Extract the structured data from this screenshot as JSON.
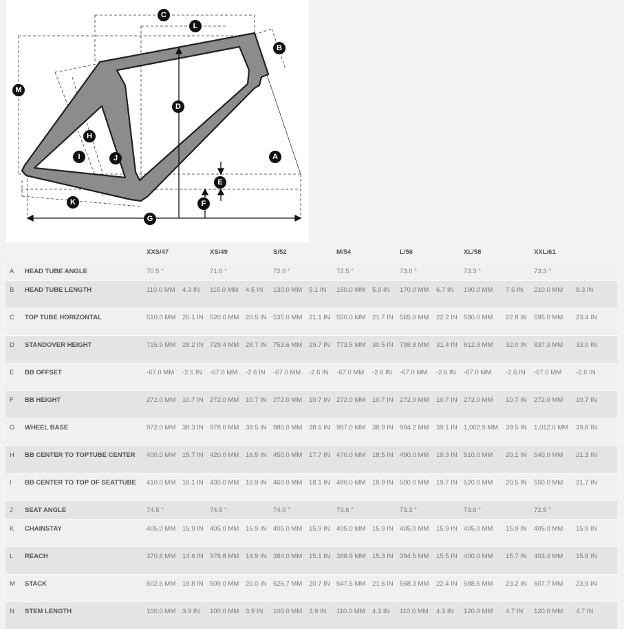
{
  "diagram": {
    "labels": {
      "A": "A",
      "B": "B",
      "C": "C",
      "D": "D",
      "E": "E",
      "F": "F",
      "G": "G",
      "H": "H",
      "I": "I",
      "J": "J",
      "K": "K",
      "L": "L",
      "M": "M"
    }
  },
  "table": {
    "sizes": [
      "XXS/47",
      "XS/49",
      "S/52",
      "M/54",
      "L/56",
      "XL/58",
      "XXL/61"
    ],
    "rows": [
      {
        "letter": "A",
        "name": "HEAD TUBE ANGLE",
        "type": "angle",
        "values": [
          "70.5 °",
          "71.0 °",
          "72.0 °",
          "72.5 °",
          "73.0 °",
          "73.3 °",
          "73.3 °"
        ]
      },
      {
        "letter": "B",
        "name": "HEAD TUBE LENGTH",
        "mm": [
          "110.0 MM",
          "115.0 MM",
          "130.0 MM",
          "150.0 MM",
          "170.0 MM",
          "190.0 MM",
          "210.0 MM"
        ],
        "in": [
          "4.3 IN",
          "4.5 IN",
          "5.1 IN",
          "5.9 IN",
          "6.7 IN",
          "7.5 IN",
          "8.3 IN"
        ]
      },
      {
        "letter": "C",
        "name": "TOP TUBE HORIZONTAL",
        "mm": [
          "510.0 MM",
          "520.0 MM",
          "535.0 MM",
          "550.0 MM",
          "565.0 MM",
          "580.0 MM",
          "595.0 MM"
        ],
        "in": [
          "20.1 IN",
          "20.5 IN",
          "21.1 IN",
          "21.7 IN",
          "22.2 IN",
          "22.8 IN",
          "23.4 IN"
        ]
      },
      {
        "letter": "D",
        "name": "STANDOVER HEIGHT",
        "mm": [
          "715.9 MM",
          "729.4 MM",
          "753.6 MM",
          "773.5 MM",
          "798.8 MM",
          "812.9 MM",
          "837.3 MM"
        ],
        "in": [
          "28.2 IN",
          "28.7 IN",
          "29.7 IN",
          "30.5 IN",
          "31.4 IN",
          "32.0 IN",
          "33.0 IN"
        ]
      },
      {
        "letter": "E",
        "name": "BB OFFSET",
        "mm": [
          "-67.0 MM",
          "-67.0 MM",
          "-67.0 MM",
          "-67.0 MM",
          "-67.0 MM",
          "-67.0 MM",
          "-67.0 MM"
        ],
        "in": [
          "-2.6 IN",
          "-2.6 IN",
          "-2.6 IN",
          "-2.6 IN",
          "-2.6 IN",
          "-2.6 IN",
          "-2.6 IN"
        ]
      },
      {
        "letter": "F",
        "name": "BB HEIGHT",
        "mm": [
          "272.0 MM",
          "272.0 MM",
          "272.0 MM",
          "272.0 MM",
          "272.0 MM",
          "272.0 MM",
          "272.0 MM"
        ],
        "in": [
          "10.7 IN",
          "10.7 IN",
          "10.7 IN",
          "10.7 IN",
          "10.7 IN",
          "10.7 IN",
          "10.7 IN"
        ]
      },
      {
        "letter": "G",
        "name": "WHEEL BASE",
        "mm": [
          "972.0 MM",
          "978.0 MM",
          "980.0 MM",
          "987.0 MM",
          "994.2 MM",
          "1,002.9 MM",
          "1,012.0 MM"
        ],
        "in": [
          "38.3 IN",
          "38.5 IN",
          "38.6 IN",
          "38.9 IN",
          "39.1 IN",
          "39.5 IN",
          "39.8 IN"
        ]
      },
      {
        "letter": "H",
        "name": "BB CENTER TO TOPTUBE CENTER",
        "mm": [
          "400.0 MM",
          "420.0 MM",
          "450.0 MM",
          "470.0 MM",
          "490.0 MM",
          "510.0 MM",
          "540.0 MM"
        ],
        "in": [
          "15.7 IN",
          "16.5 IN",
          "17.7 IN",
          "18.5 IN",
          "19.3 IN",
          "20.1 IN",
          "21.3 IN"
        ]
      },
      {
        "letter": "I",
        "name": "BB CENTER TO TOP OF SEATTUBE",
        "mm": [
          "410.0 MM",
          "430.0 MM",
          "460.0 MM",
          "480.0 MM",
          "500.0 MM",
          "520.0 MM",
          "550.0 MM"
        ],
        "in": [
          "16.1 IN",
          "16.9 IN",
          "18.1 IN",
          "18.9 IN",
          "19.7 IN",
          "20.5 IN",
          "21.7 IN"
        ]
      },
      {
        "letter": "J",
        "name": "SEAT ANGLE",
        "type": "angle",
        "values": [
          "74.5 °",
          "74.5 °",
          "74.0 °",
          "73.6 °",
          "73.3 °",
          "73.0 °",
          "72.5 °"
        ]
      },
      {
        "letter": "K",
        "name": "CHAINSTAY",
        "mm": [
          "405.0 MM",
          "405.0 MM",
          "405.0 MM",
          "405.0 MM",
          "405.0 MM",
          "405.0 MM",
          "405.0 MM"
        ],
        "in": [
          "15.9 IN",
          "15.9 IN",
          "15.9 IN",
          "15.9 IN",
          "15.9 IN",
          "15.9 IN",
          "15.9 IN"
        ]
      },
      {
        "letter": "L",
        "name": "REACH",
        "mm": [
          "370.6 MM",
          "378.8 MM",
          "384.0 MM",
          "388.9 MM",
          "394.5 MM",
          "400.0 MM",
          "403.4 MM"
        ],
        "in": [
          "14.6 IN",
          "14.9 IN",
          "15.1 IN",
          "15.3 IN",
          "15.5 IN",
          "15.7 IN",
          "15.9 IN"
        ]
      },
      {
        "letter": "M",
        "name": "STACK",
        "mm": [
          "502.6 MM",
          "509.0 MM",
          "526.7 MM",
          "547.5 MM",
          "568.3 MM",
          "588.5 MM",
          "607.7 MM"
        ],
        "in": [
          "19.8 IN",
          "20.0 IN",
          "20.7 IN",
          "21.6 IN",
          "22.4 IN",
          "23.2 IN",
          "23.9 IN"
        ]
      },
      {
        "letter": "N",
        "name": "STEM LENGTH",
        "mm": [
          "100.0 MM",
          "100.0 MM",
          "100.0 MM",
          "110.0 MM",
          "110.0 MM",
          "120.0 MM",
          "120.0 MM"
        ],
        "in": [
          "3.9 IN",
          "3.9 IN",
          "3.9 IN",
          "4.3 IN",
          "4.3 IN",
          "4.7 IN",
          "4.7 IN"
        ]
      }
    ]
  }
}
